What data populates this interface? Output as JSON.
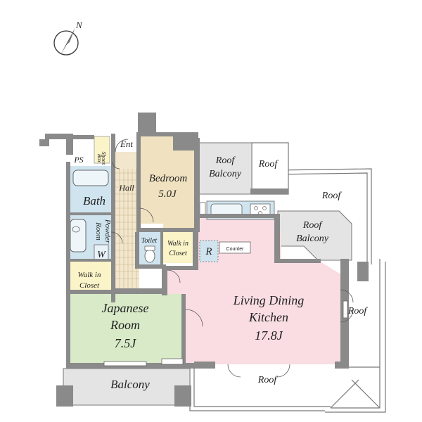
{
  "compass": {
    "north_label": "N"
  },
  "rooms": {
    "bedroom": {
      "name": "Bedroom",
      "size": "5.0J"
    },
    "japanese": {
      "name_line1": "Japanese",
      "name_line2": "Room",
      "size": "7.5J"
    },
    "ldk": {
      "name_line1": "Living Dining",
      "name_line2": "Kitchen",
      "size": "17.8J"
    },
    "bath": {
      "name": "Bath"
    },
    "powder": {
      "name_line1": "Powder",
      "name_line2": "Room"
    },
    "toilet": {
      "name": "Toilet"
    },
    "walkin_closet_hall": {
      "line1": "Walk in",
      "line2": "Closet"
    },
    "walkin_closet_left": {
      "line1": "Walk in",
      "line2": "Closet"
    },
    "hall": {
      "name": "Hall"
    },
    "entrance": {
      "name": "Ent"
    },
    "shoes_box": {
      "line1": "Shoes",
      "line2": "Box"
    },
    "ps": {
      "name": "PS"
    },
    "w": {
      "name": "W"
    },
    "refrigerator": {
      "name": "R"
    },
    "counter": {
      "name": "Counter"
    },
    "balcony": {
      "name": "Balcony"
    },
    "roof_balcony_top": {
      "line1": "Roof",
      "line2": "Balcony"
    },
    "roof_balcony_right": {
      "line1": "Roof",
      "line2": "Balcony"
    },
    "roof_top": {
      "name": "Roof"
    },
    "roof_upper_right": {
      "name": "Roof"
    },
    "roof_right": {
      "name": "Roof"
    },
    "roof_bottom": {
      "name": "Roof"
    }
  },
  "colors": {
    "bedroom": "#f0e2c0",
    "japanese": "#d8eac8",
    "ldk": "#f9dde2",
    "wet_area": "#cfe4ef",
    "closet": "#fbf4c8",
    "balcony_gray": "#e4e4e4",
    "hall_tile": "#f2e6cc",
    "wall": "#8a8a8a"
  }
}
